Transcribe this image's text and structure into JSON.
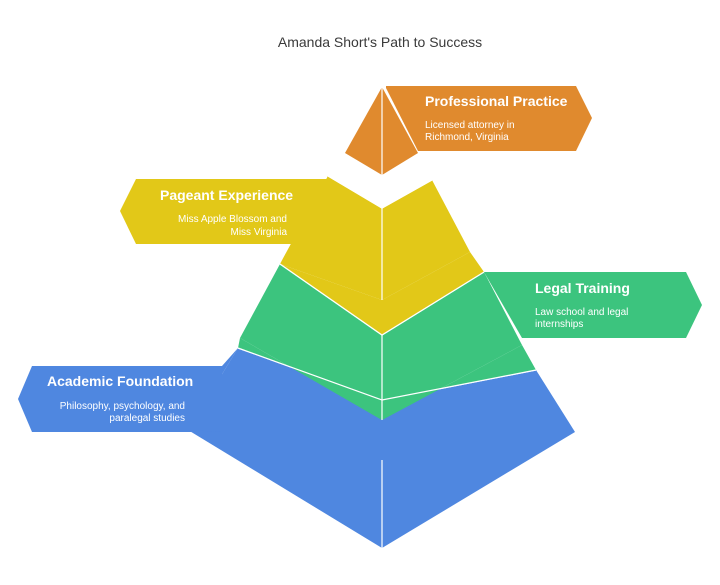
{
  "title": "Amanda Short's Path to Success",
  "colors": {
    "orange": "#e08a2e",
    "orange_dark": "#c9741f",
    "yellow": "#e2c818",
    "yellow_dark": "#cdb210",
    "green": "#3cc47e",
    "green_dark": "#2fae6b",
    "blue": "#4f87e0",
    "blue_dark": "#3f73cc"
  },
  "levels": [
    {
      "title": "Professional Practice",
      "desc_lines": [
        "Licensed attorney in",
        "Richmond, Virginia"
      ]
    },
    {
      "title": "Pageant Experience",
      "desc_lines": [
        "Miss Apple Blossom and",
        "Miss Virginia"
      ]
    },
    {
      "title": "Legal Training",
      "desc_lines": [
        "Law school and legal",
        "internships"
      ]
    },
    {
      "title": "Academic Foundation",
      "desc_lines": [
        "Philosophy, psychology, and",
        "paralegal studies"
      ]
    }
  ]
}
